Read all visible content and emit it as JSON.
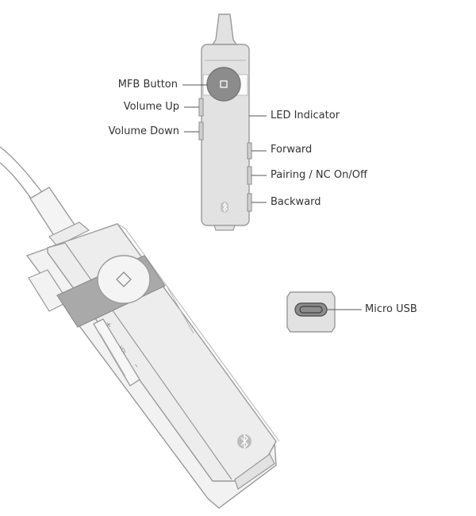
{
  "colors": {
    "outline": "#9a9a9a",
    "body_fill": "#e2e2e2",
    "body_fill_light": "#f2f2f2",
    "band_fill": "#a9a9a9",
    "button_fill": "#8c8c8c",
    "leader_line": "#555555",
    "text": "#333333"
  },
  "labels": {
    "mfb_button": "MFB Button",
    "volume_up": "Volume Up",
    "volume_down": "Volume Down",
    "led_indicator": "LED Indicator",
    "forward": "Forward",
    "pairing_nc": "Pairing / NC On/Off",
    "backward": "Backward",
    "micro_usb": "Micro USB"
  },
  "device_markings": {
    "vol_plus": "+",
    "vol_text": "VOL",
    "vol_minus": "–"
  },
  "icons": {
    "bluetooth_front": "bluetooth-icon",
    "bluetooth_angled": "bluetooth-icon",
    "mfb_square": "square-icon"
  }
}
